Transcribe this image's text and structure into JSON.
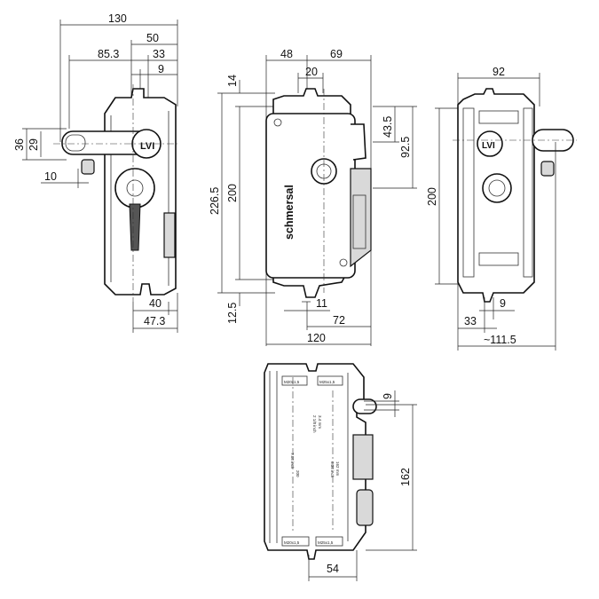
{
  "views": {
    "side_left": {
      "dims": {
        "d130": "130",
        "d50": "50",
        "d85_3": "85.3",
        "d33": "33",
        "d9": "9",
        "d36": "36",
        "d29": "29",
        "d10": "10",
        "d40": "40",
        "d47_3": "47.3"
      },
      "logo_text": "LVI"
    },
    "front": {
      "dims": {
        "d48": "48",
        "d69": "69",
        "d20": "20",
        "d14": "14",
        "d226_5": "226.5",
        "d200": "200",
        "d43_5": "43.5",
        "d92_5": "92.5",
        "d12_5": "12.5",
        "d11": "11",
        "d72": "72",
        "d120": "120"
      },
      "brand": "schmersal"
    },
    "side_right": {
      "dims": {
        "d92": "92",
        "d200": "200",
        "d33": "33",
        "d9": "9",
        "d111_5": "~111.5"
      },
      "logo_text": "LVI"
    },
    "bottom": {
      "dims": {
        "d9": "9",
        "d162": "162",
        "d54": "54"
      },
      "labels": {
        "m20_top": "M20x1,5",
        "m25_top": "M25x1,5",
        "m20_bottom": "M20x1,5",
        "m25_bottom": "M25x1,5",
        "inner_left_1": "200",
        "inner_left_2": "7.88 inch",
        "inner_right_1": "162 mm",
        "inner_right_2": "6.38 inch",
        "small_1": "3.4 mm",
        "small_2": "2 1/8 inch"
      }
    }
  }
}
